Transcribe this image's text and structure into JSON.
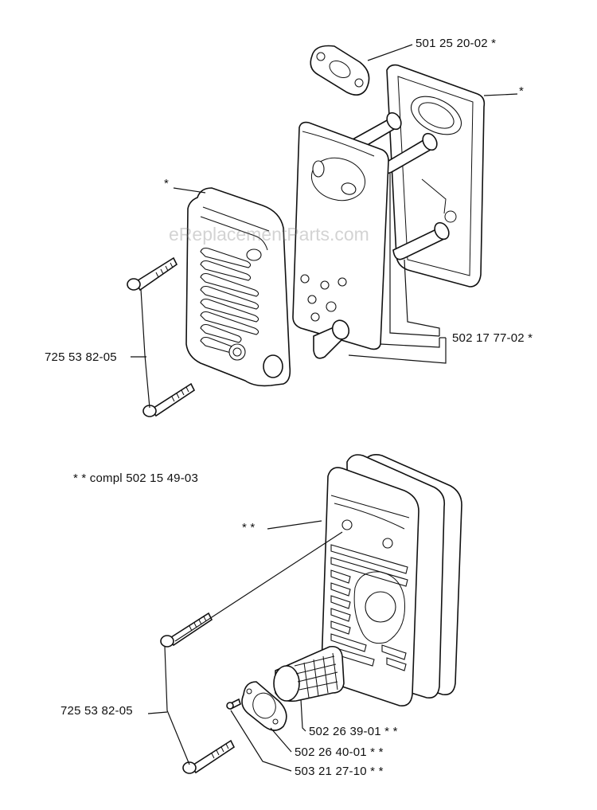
{
  "watermark": "eReplacementParts.com",
  "notes": {
    "kit": "* *  compl 502 15 49-03"
  },
  "top_assembly": {
    "gasket": "501 25 20-02  *",
    "muffler_body": "*",
    "cover": "*",
    "spacer": "502 17 77-02  *",
    "screws": "725 53 82-05"
  },
  "bottom_assembly": {
    "muffler": "* *",
    "screws": "725 53 82-05",
    "spark_screen": "502 26 39-01  * *",
    "flange": "502 26 40-01  * *",
    "screw_small": "503 21 27-10  * *"
  }
}
